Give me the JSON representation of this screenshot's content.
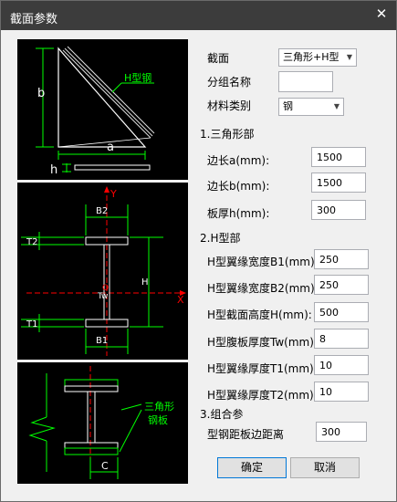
{
  "window": {
    "title": "截面参数",
    "close_glyph": "✕"
  },
  "diagram1": {
    "h_steel_label": "H型钢",
    "a_label": "a",
    "b_label": "b",
    "h_label": "h"
  },
  "diagram2": {
    "y_label": "Y",
    "x_label": "X",
    "b2_label": "B2",
    "b1_label": "B1",
    "t2_label": "T2",
    "t1_label": "T1",
    "tw_label": "Tw",
    "o_label": "O",
    "h_label": "H"
  },
  "diagram3": {
    "plate_label_1": "三角形",
    "plate_label_2": "钢板",
    "c_label": "C"
  },
  "section": {
    "label": "截面",
    "value": "三角形+H型"
  },
  "group_name": {
    "label": "分组名称",
    "value": ""
  },
  "material": {
    "label": "材料类别",
    "value": "钢"
  },
  "triangle": {
    "heading": "1.三角形部",
    "side_a": {
      "label": "边长a(mm):",
      "value": "1500"
    },
    "side_b": {
      "label": "边长b(mm):",
      "value": "1500"
    },
    "thickness": {
      "label": "板厚h(mm):",
      "value": "300"
    }
  },
  "h_section": {
    "heading": "2.H型部",
    "b1": {
      "label": "H型翼缘宽度B1(mm):",
      "value": "250"
    },
    "b2": {
      "label": "H型翼缘宽度B2(mm):",
      "value": "250"
    },
    "height": {
      "label": "H型截面高度H(mm):",
      "value": "500"
    },
    "tw": {
      "label": "H型腹板厚度Tw(mm):",
      "value": "8"
    },
    "t1": {
      "label": "H型翼缘厚度T1(mm):",
      "value": "10"
    },
    "t2": {
      "label": "H型翼缘厚度T2(mm):",
      "value": "10"
    }
  },
  "combo": {
    "heading": "3.组合参",
    "edge_distance": {
      "label": "型钢距板边距离",
      "value": "300"
    }
  },
  "buttons": {
    "ok": "确定",
    "cancel": "取消"
  }
}
